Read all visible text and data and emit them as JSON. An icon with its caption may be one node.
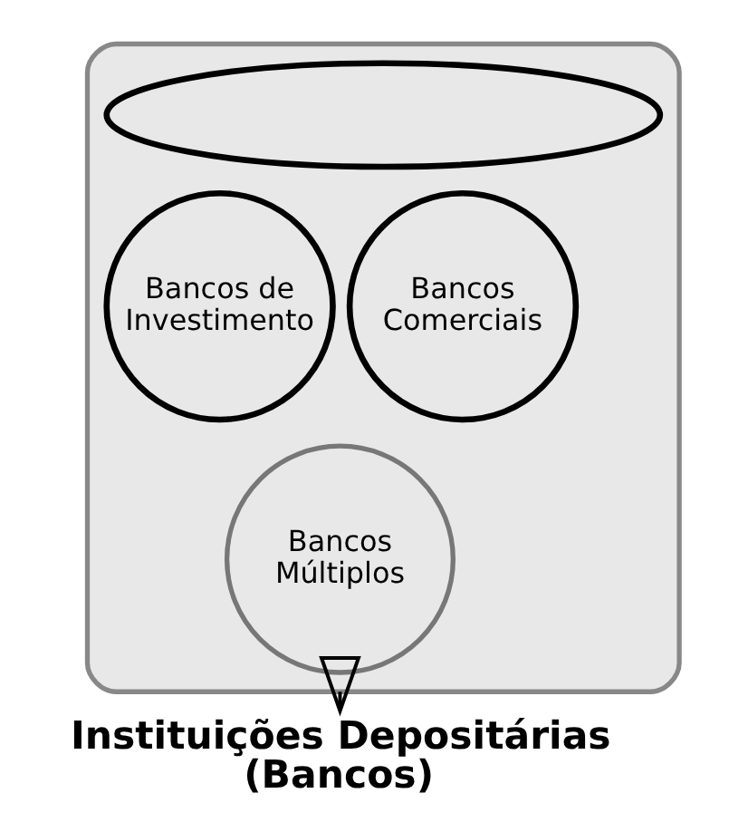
{
  "diagram": {
    "nodes": [
      {
        "text": [],
        "shape": "funnel"
      },
      {
        "text": [],
        "shape": "ellipse",
        "in": 0
      },
      {
        "text": [
          "Bancos de Investimento"
        ],
        "in": 0
      },
      {
        "text": [
          "Bancos Comerciais"
        ],
        "in": 0
      },
      {
        "text": [
          "Bancos Múltiplos"
        ],
        "in": 0
      },
      {
        "text": [
          "Instituições Depositárias (Bancos)"
        ]
      }
    ],
    "edges": [
      {
        "from": 0,
        "to": 5,
        "arrow": "to"
      }
    ]
  }
}
